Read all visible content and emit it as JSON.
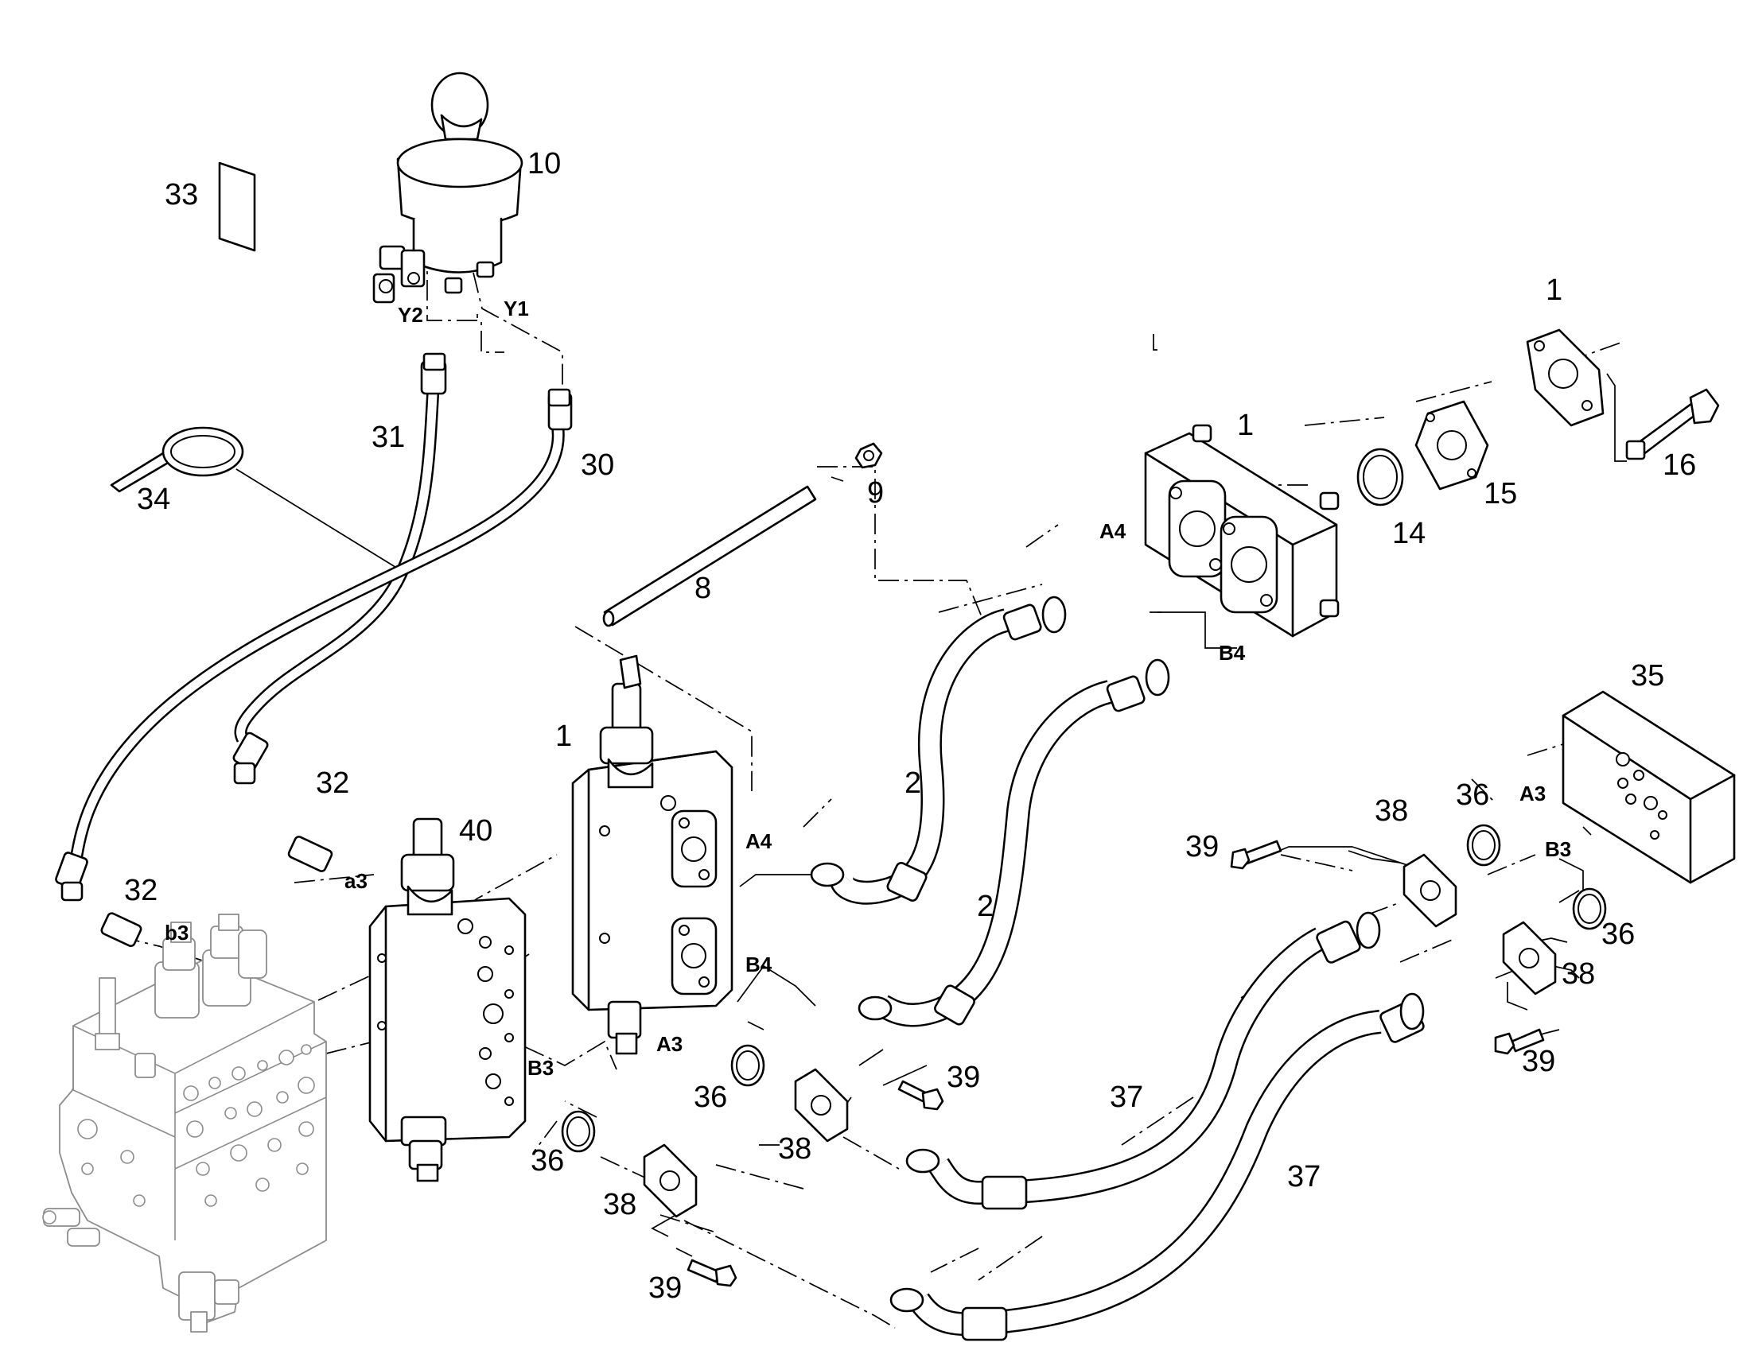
{
  "callouts": {
    "n1a": "1",
    "n1b": "1",
    "n1c": "1",
    "n2a": "2",
    "n2b": "2",
    "n8": "8",
    "n9": "9",
    "n10": "10",
    "n14": "14",
    "n15": "15",
    "n16": "16",
    "n30": "30",
    "n31": "31",
    "n32a": "32",
    "n32b": "32",
    "n33": "33",
    "n34": "34",
    "n35": "35",
    "n36a": "36",
    "n36b": "36",
    "n36c": "36",
    "n36d": "36",
    "n37a": "37",
    "n37b": "37",
    "n38a": "38",
    "n38b": "38",
    "n38c": "38",
    "n38d": "38",
    "n39a": "39",
    "n39b": "39",
    "n39c": "39",
    "n39d": "39",
    "n40": "40"
  },
  "ports": {
    "y1": "Y1",
    "y2": "Y2",
    "a4_upper": "A4",
    "b4_upper": "B4",
    "a4_valve": "A4",
    "b4_valve": "B4",
    "a3_lower": "A3",
    "b3_lower": "B3",
    "a3_plate": "A3",
    "b3_plate": "B3",
    "a3_inlet": "a3",
    "b3_inlet": "b3"
  }
}
